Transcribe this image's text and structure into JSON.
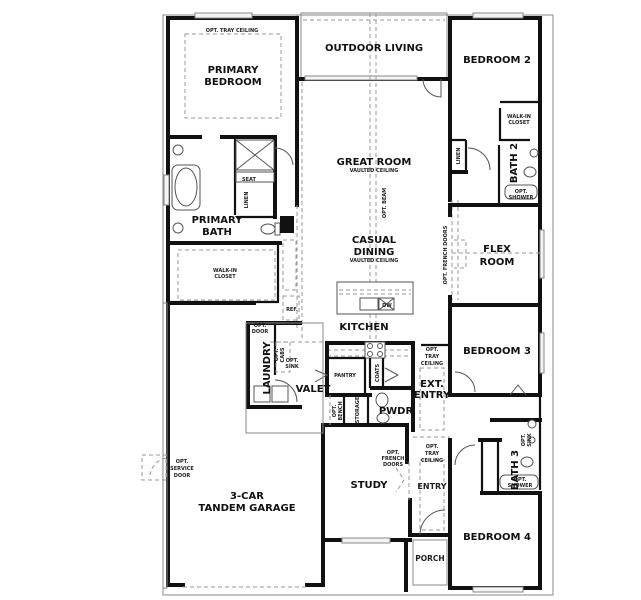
{
  "plan": {
    "rooms": {
      "primary_bedroom": [
        "PRIMARY",
        "BEDROOM"
      ],
      "primary_bedroom_note": "OPT. TRAY CEILING",
      "outdoor_living": "OUTDOOR LIVING",
      "bedroom2": "BEDROOM 2",
      "walkin_closet_bed2": [
        "WALK-IN",
        "CLOSET"
      ],
      "bath2": "BATH 2",
      "bath2_shower": [
        "OPT.",
        "SHOWER"
      ],
      "linen_bed2": "LINEN",
      "great_room": "GREAT ROOM",
      "great_room_note": "VAULTED CEILING",
      "opt_beam": "OPT. BEAM",
      "primary_bath": [
        "PRIMARY",
        "BATH"
      ],
      "seat": "SEAT",
      "linen_primary": "LINEN",
      "walkin_closet_primary": [
        "WALK-IN",
        "CLOSET"
      ],
      "casual_dining": [
        "CASUAL",
        "DINING"
      ],
      "casual_dining_note": "VAULTED CEILING",
      "dw": "DW",
      "ref": "REF.",
      "kitchen": "KITCHEN",
      "flex_room": [
        "FLEX",
        "ROOM"
      ],
      "opt_french_doors_flex": "OPT. FRENCH DOORS",
      "opt_door_laundry": [
        "OPT.",
        "DOOR"
      ],
      "laundry": "LAUNDRY",
      "opt_cabs": [
        "OPT.",
        "CABS"
      ],
      "opt_sink": [
        "OPT.",
        "SINK"
      ],
      "valet": "VALET",
      "pantry": "PANTRY",
      "coats": "COATS",
      "pwdr": "PWDR",
      "opt_bench": [
        "OPT.",
        "BENCH"
      ],
      "storage": "STORAGE",
      "ext_entry_note": [
        "OPT.",
        "TRAY",
        "CEILING"
      ],
      "ext_entry": [
        "EXT.",
        "ENTRY"
      ],
      "bedroom3": "BEDROOM 3",
      "bath3": "BATH 3",
      "bath3_sink": [
        "OPT.",
        "SINK"
      ],
      "bath3_shower": [
        "OPT.",
        "SHOWER"
      ],
      "opt_service_door": [
        "OPT.",
        "SERVICE",
        "DOOR"
      ],
      "garage": [
        "3-CAR",
        "TANDEM GARAGE"
      ],
      "study": "STUDY",
      "study_french_doors": [
        "OPT.",
        "FRENCH",
        "DOORS"
      ],
      "entry_note": [
        "OPT.",
        "TRAY",
        "CEILING"
      ],
      "entry": "ENTRY",
      "porch": "PORCH",
      "bedroom4": "BEDROOM 4"
    }
  }
}
